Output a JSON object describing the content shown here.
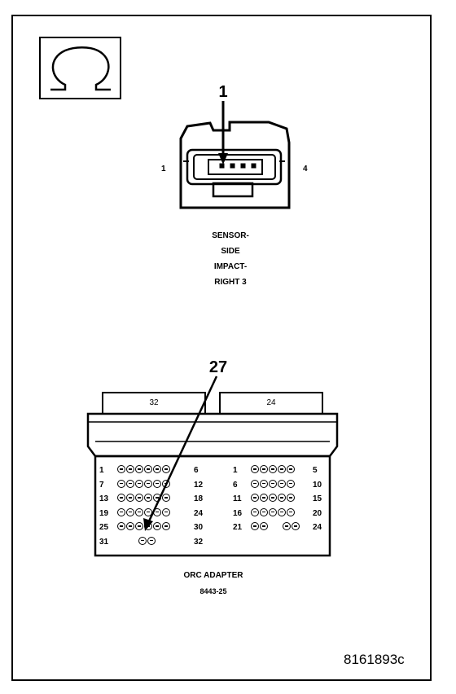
{
  "ohm_icon": {
    "glyph": "Ω",
    "meaning": "ohm-meter-icon"
  },
  "sensor_connector": {
    "callout": "1",
    "pin_left": "1",
    "pin_right": "4",
    "label_lines": [
      "SENSOR-",
      "SIDE",
      "IMPACT-",
      "RIGHT 3"
    ]
  },
  "orc_adapter": {
    "callout": "27",
    "left_block_label": "32",
    "right_block_label": "24",
    "left_rows": [
      {
        "start": "1",
        "end": "6",
        "count": 6
      },
      {
        "start": "7",
        "end": "12",
        "count": 6
      },
      {
        "start": "13",
        "end": "18",
        "count": 6
      },
      {
        "start": "19",
        "end": "24",
        "count": 6
      },
      {
        "start": "25",
        "end": "30",
        "count": 6
      },
      {
        "start": "31",
        "end": "32",
        "count": 2
      }
    ],
    "right_rows": [
      {
        "start": "1",
        "end": "5",
        "count": 5
      },
      {
        "start": "6",
        "end": "10",
        "count": 5
      },
      {
        "start": "11",
        "end": "15",
        "count": 5
      },
      {
        "start": "16",
        "end": "20",
        "count": 5
      },
      {
        "start": "21",
        "end": "24",
        "count": 4
      }
    ],
    "label_name": "ORC ADAPTER",
    "label_part": "8443-25"
  },
  "figure_id": "8161893c"
}
